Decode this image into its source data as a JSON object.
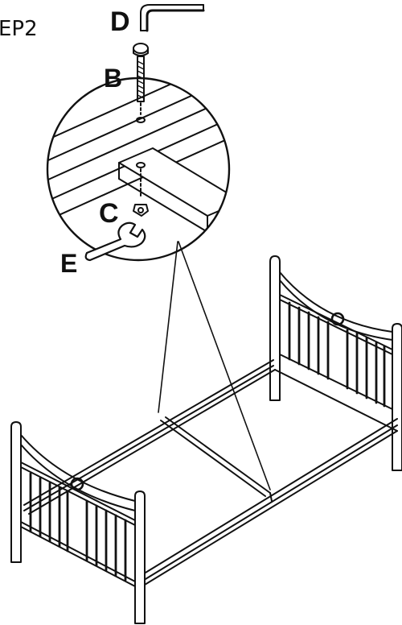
{
  "step_title": "EP2",
  "labels": {
    "hex_key": "D",
    "bolt": "B",
    "nut": "C",
    "wrench": "E"
  },
  "parts": [
    {
      "id": "D",
      "name": "hex-key"
    },
    {
      "id": "B",
      "name": "bolt"
    },
    {
      "id": "C",
      "name": "nut"
    },
    {
      "id": "E",
      "name": "wrench"
    }
  ]
}
